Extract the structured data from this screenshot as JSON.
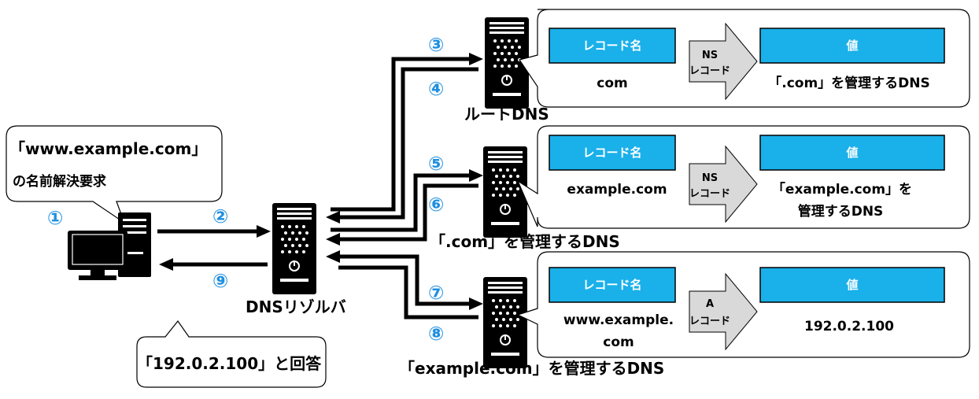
{
  "request_bubble": {
    "line1": "「www.example.com」",
    "line2": "の名前解決要求"
  },
  "steps": [
    "①",
    "②",
    "③",
    "④",
    "⑤",
    "⑥",
    "⑦",
    "⑧",
    "⑨"
  ],
  "resolver_label": "DNSリゾルバ",
  "answer_bubble": "「192.0.2.100」と回答",
  "servers": [
    {
      "label": "ルートDNS"
    },
    {
      "label": "「.com」を管理するDNS"
    },
    {
      "label": "「example.com」を管理するDNS"
    }
  ],
  "records": [
    {
      "name_header": "レコード名",
      "value_header": "値",
      "name": "com",
      "name_line2": "",
      "type": "NS",
      "type_suffix": "レコード",
      "value": "「.com」を管理するDNS",
      "value_line2": ""
    },
    {
      "name_header": "レコード名",
      "value_header": "値",
      "name": "example.com",
      "name_line2": "",
      "type": "NS",
      "type_suffix": "レコード",
      "value": "「example.com」を",
      "value_line2": "管理するDNS"
    },
    {
      "name_header": "レコード名",
      "value_header": "値",
      "name": "www.example.",
      "name_line2": "com",
      "type": "A",
      "type_suffix": "レコード",
      "value": "192.0.2.100",
      "value_line2": ""
    }
  ],
  "colors": {
    "accent": "#1ab0ea",
    "step_number": "#1f8fe0",
    "arrow_box": "#d9d9d9"
  }
}
